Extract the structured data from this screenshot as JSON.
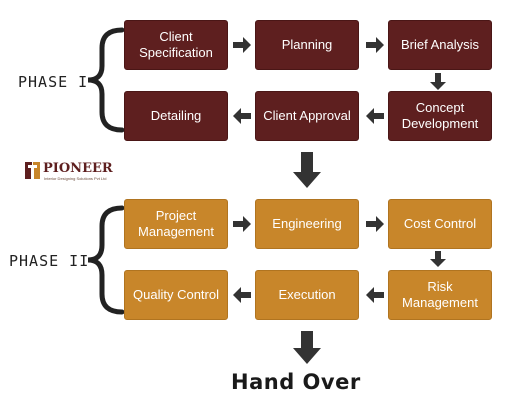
{
  "phases": {
    "phase1_label": "PHASE I",
    "phase2_label": "PHASE II"
  },
  "phase1_boxes": {
    "client_spec": "Client Specification",
    "planning": "Planning",
    "brief_analysis": "Brief Analysis",
    "concept_dev": "Concept Development",
    "client_approval": "Client Approval",
    "detailing": "Detailing"
  },
  "phase2_boxes": {
    "project_mgmt": "Project Management",
    "engineering": "Engineering",
    "cost_control": "Cost Control",
    "risk_mgmt": "Risk Management",
    "execution": "Execution",
    "quality_control": "Quality Control"
  },
  "logo": {
    "name": "PIONEER",
    "tagline": "Interior Designing Solutions Pvt Ltd"
  },
  "final_step": "Hand Over",
  "colors": {
    "phase1_box": "#5e1f1f",
    "phase2_box": "#c8862a",
    "arrow": "#333333"
  }
}
